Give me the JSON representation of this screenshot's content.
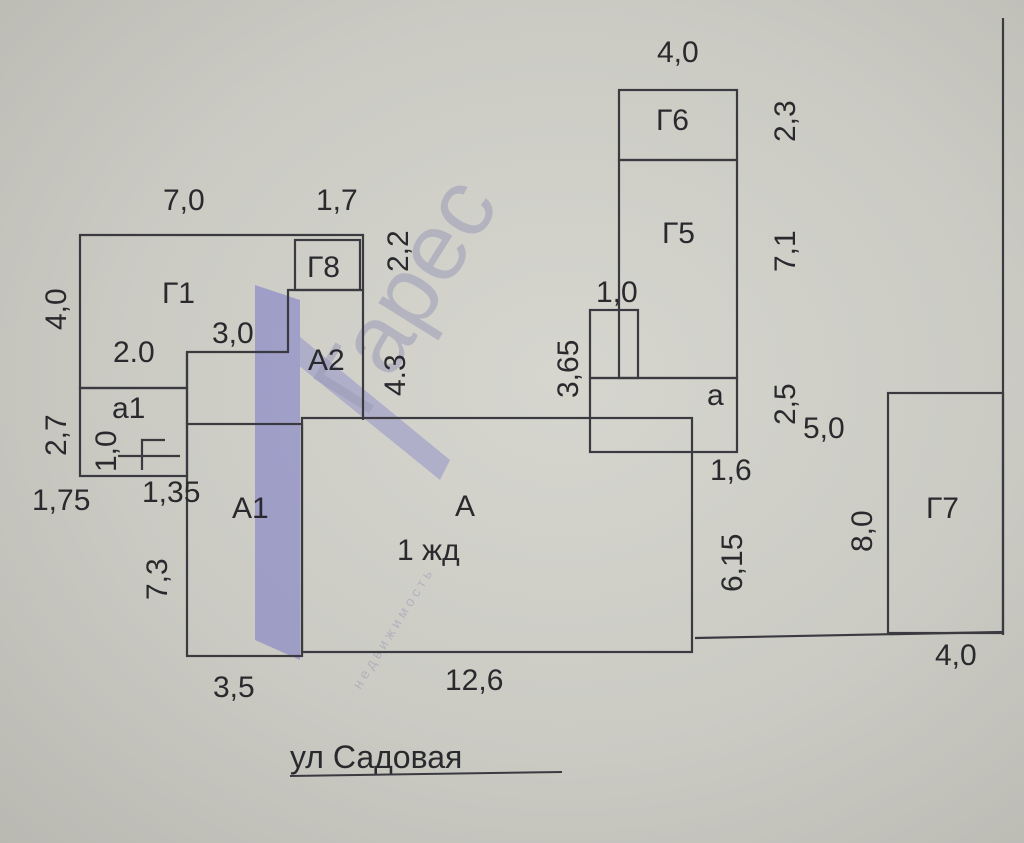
{
  "colors": {
    "paper": "#cbcbc4",
    "ink": "#2a2a2e",
    "watermark": "#6f6fa8"
  },
  "rooms": {
    "g1": "Г1",
    "g8": "Г8",
    "a2": "А2",
    "a1_small": "а1",
    "a1": "А1",
    "a_main": "А",
    "a_main_sub": "1 жд",
    "g6": "Г6",
    "g5": "Г5",
    "a_small": "а",
    "g7": "Г7"
  },
  "dimensions": {
    "d_7_0": "7,0",
    "d_1_7": "1,7",
    "d_2_2": "2,2",
    "d_4_0_left": "4,0",
    "d_3_0": "3,0",
    "d_2_0": "2.0",
    "d_4_3": "4.3",
    "d_2_7": "2,7",
    "d_1_0_left": "1,0",
    "d_1_75": "1,75",
    "d_1_35": "1,35",
    "d_7_3": "7,3",
    "d_3_5": "3,5",
    "d_12_6": "12,6",
    "d_4_0_top": "4,0",
    "d_2_3": "2,3",
    "d_7_1": "7,1",
    "d_1_0_top": "1,0",
    "d_3_65": "3,65",
    "d_2_5": "2,5",
    "d_1_6": "1,6",
    "d_6_15": "6,15",
    "d_5_0": "5,0",
    "d_8_0": "8,0",
    "d_4_0_bottom": "4,0"
  },
  "street": "ул Садовая",
  "watermark": {
    "brand": "Гарес",
    "strip": "н е д в и ж и м о с т ь"
  }
}
